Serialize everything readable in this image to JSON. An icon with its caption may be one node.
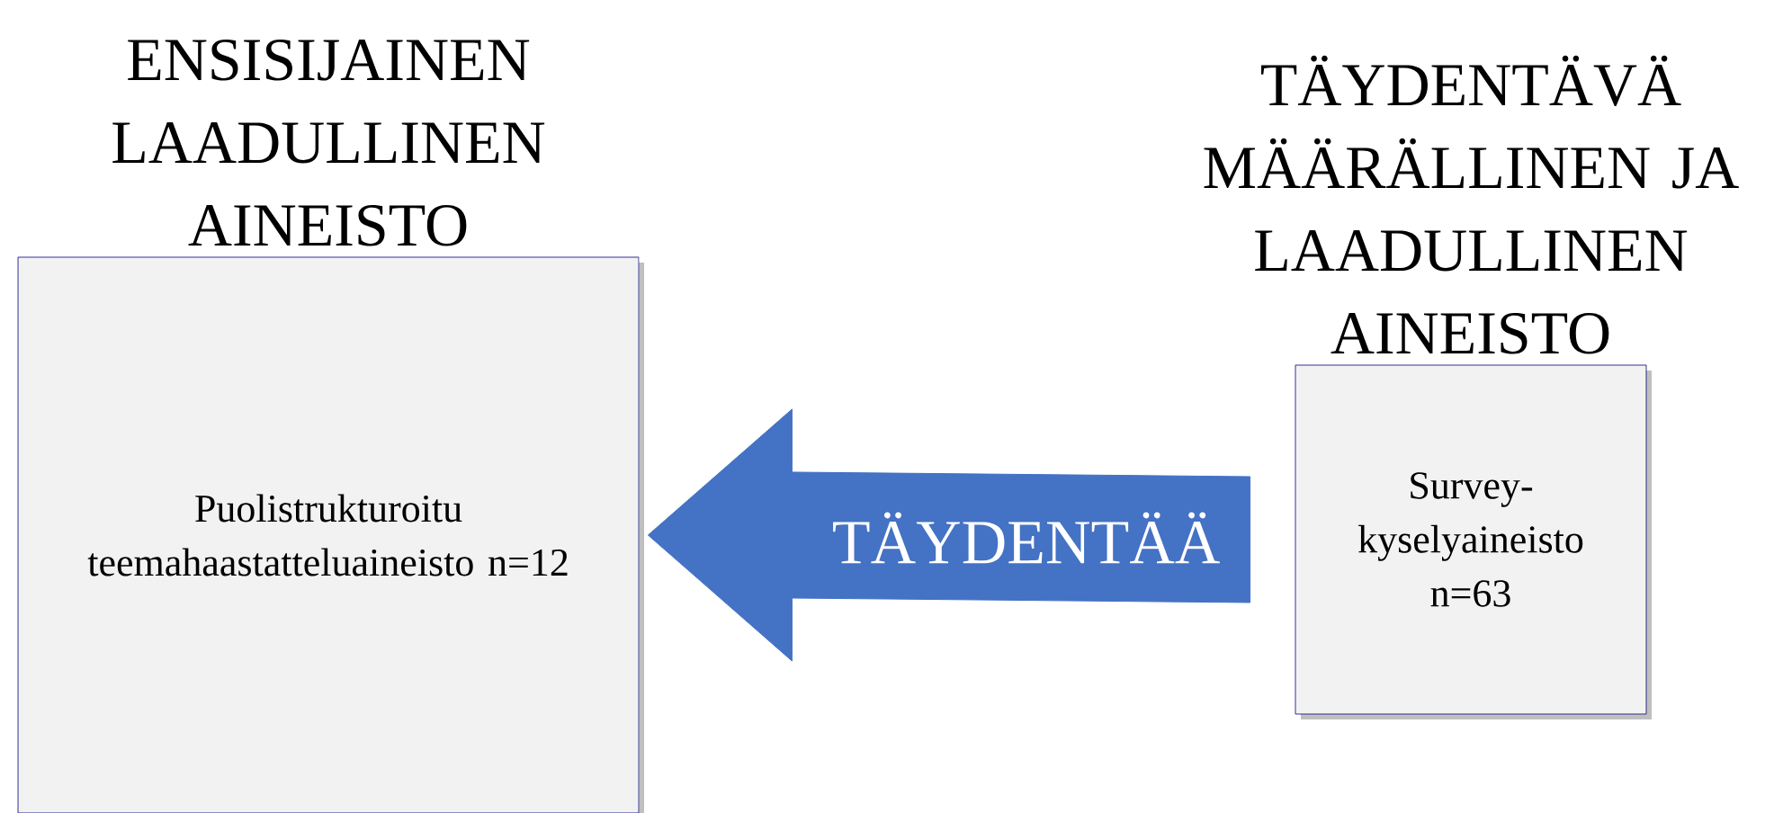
{
  "diagram": {
    "nodes": [
      {
        "text": [
          "ENSISIJAINEN LAADULLINEN AINEISTO",
          "Puolistrukturoitu teemahaastatteluaineisto n=12"
        ]
      },
      {
        "text": [
          "TÄYDENTÄVÄ MÄÄRÄLLINEN JA LAADULLINEN AINEISTO",
          "Survey- kyselyaineisto n=63"
        ]
      }
    ],
    "edges": [
      {
        "from": 1,
        "to": 0,
        "arrow": "to",
        "label": "TÄYDENTÄÄ",
        "style": "thick",
        "color": "#4472c4"
      }
    ]
  }
}
